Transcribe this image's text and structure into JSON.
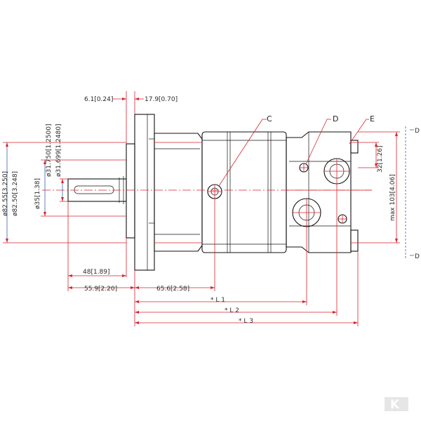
{
  "dimensions": {
    "flange_thickness": "6.1[0.24]",
    "pilot_length": "17.9[0.70]",
    "shaft_diameter": "ø31.750[1.2500]",
    "shaft_diameter_min": "ø31.699[1.2480]",
    "key_diameter": "ø35[1.38]",
    "pilot_diameter": "ø82.55[3.250]",
    "pilot_diameter_min": "ø82.50[3.248]",
    "shaft_to_flange": "48[1.89]",
    "shaft_length": "55.9[2.20]",
    "flange_to_port": "65.6[2.58]",
    "port_offset": "32[1.26]",
    "max_height": "max 103[4.06]"
  },
  "lengths": {
    "l1": "* L 1",
    "l2": "* L 2",
    "l3": "* L 3"
  },
  "callouts": {
    "c": "C",
    "d": "D",
    "e": "E",
    "d_top": "D",
    "d_bottom": "D"
  },
  "logo": "K"
}
